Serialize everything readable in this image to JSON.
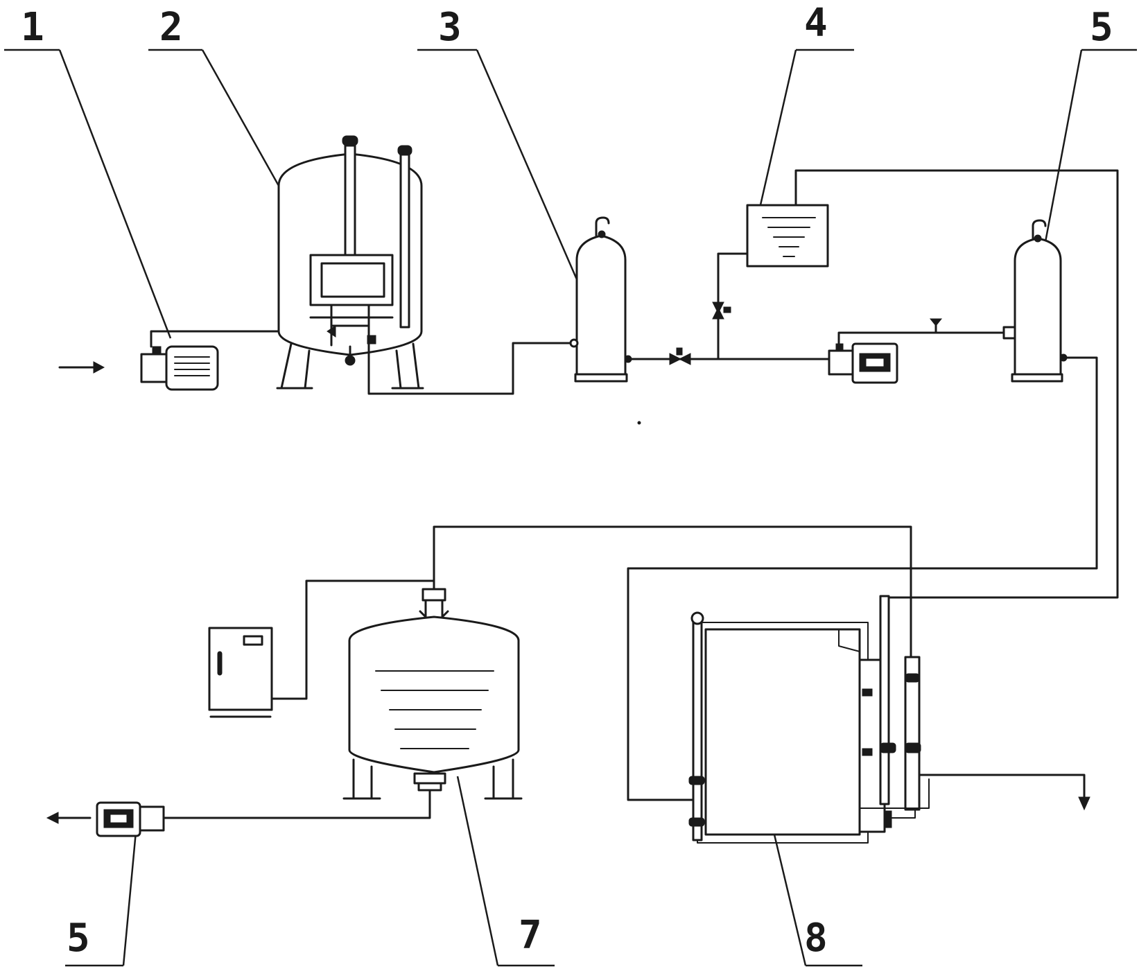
{
  "labels": {
    "l1": "1",
    "l2": "2",
    "l3": "3",
    "l4": "4",
    "l5a": "5",
    "l5b": "5",
    "l7": "7",
    "l8": "8"
  },
  "colors": {
    "line": "#1a1a1a",
    "background": "#ffffff"
  }
}
